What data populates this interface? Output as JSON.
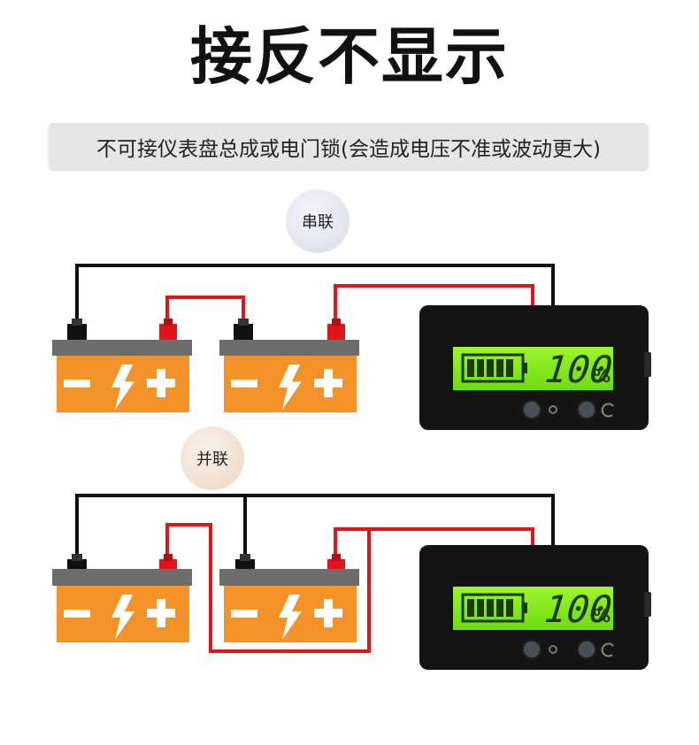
{
  "title": "接反不显示",
  "warning": "不可接仪表盘总成或电门锁(会造成电压不准或波动更大)",
  "series": {
    "label": "串联",
    "meter": {
      "reading": "100",
      "unit": "%"
    }
  },
  "parallel": {
    "label": "并联",
    "meter": {
      "reading": "100",
      "unit": "%"
    }
  },
  "battery": {
    "minus": "−",
    "plus": "+"
  },
  "colors": {
    "battery_orange": "#f29229",
    "battery_top": "#6d6d6d",
    "wire_red": "#e0151b",
    "wire_black": "#111111",
    "lcd_green": "#86ef1a",
    "meter_body": "#141414"
  },
  "icons": [
    "lightning-icon",
    "battery-level-icon",
    "refresh-icon"
  ]
}
